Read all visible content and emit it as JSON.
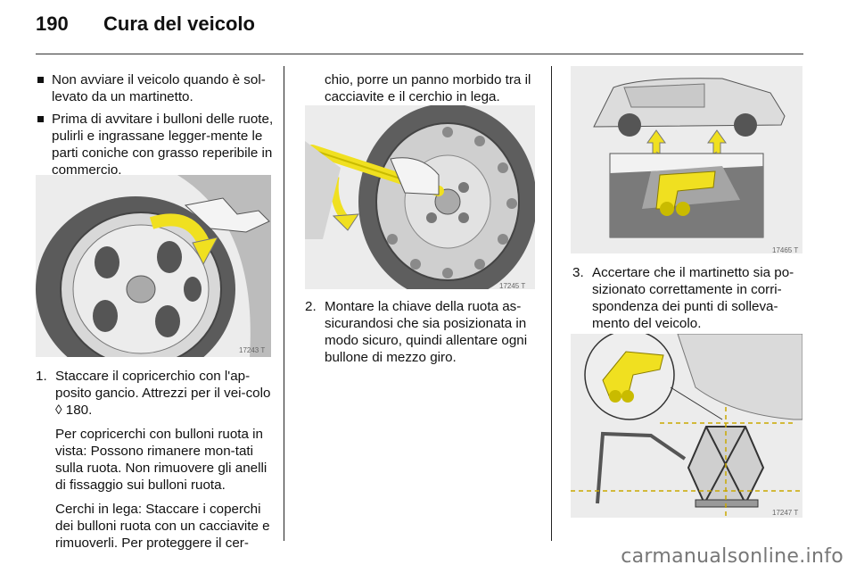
{
  "header": {
    "page_number": "190",
    "title": "Cura del veicolo"
  },
  "left_column": {
    "bullets": [
      "Non avviare il veicolo quando è sol-levato da un martinetto.",
      "Prima di avvitare i bulloni delle ruote, pulirli e ingrassane legger-mente le parti coniche con grasso reperibile in commercio."
    ],
    "figure_code": "17243 T",
    "step1": {
      "number": "1.",
      "text": "Staccare il copricerchio con l'ap-posito gancio. Attrezzi per il vei-colo",
      "ref_symbol": "◊",
      "ref_page": "180.",
      "para1": "Per copricerchi con bulloni ruota in vista: Possono rimanere mon-tati sulla ruota. Non rimuovere gli anelli di fissaggio sui bulloni ruota.",
      "para2": "Cerchi in lega: Staccare i coperchi dei bulloni ruota con un cacciavite e rimuoverli. Per proteggere il cer-"
    }
  },
  "middle_column": {
    "continuation": "chio, porre un panno morbido tra il cacciavite e il cerchio in lega.",
    "figure_code": "17245 T",
    "step2": {
      "number": "2.",
      "text": "Montare la chiave della ruota as-sicurandosi che sia posizionata in modo sicuro, quindi allentare ogni bullone di mezzo giro."
    }
  },
  "right_column": {
    "figure_top_code": "17465 T",
    "step3": {
      "number": "3.",
      "text": "Accertare che il martinetto sia po-sizionato correttamente in corri-spondenza dei punti di solleva-mento del veicolo."
    },
    "figure_bottom_code": "17247 T"
  },
  "watermark": "carmanualsonline.info",
  "colors": {
    "highlight_yellow": "#f0e020",
    "figure_bg": "#ececec"
  }
}
